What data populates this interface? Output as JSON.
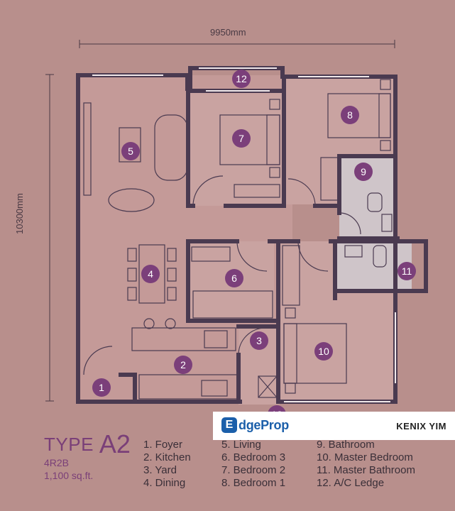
{
  "dimensions": {
    "width": "9950mm",
    "height": "10300mm"
  },
  "room_numbers": [
    "1",
    "2",
    "3",
    "4",
    "5",
    "6",
    "7",
    "8",
    "9",
    "10",
    "11",
    "12",
    "12"
  ],
  "type_block": {
    "word": "TYPE",
    "code": "A2",
    "layout": "4R2B",
    "area": "1,100 sq.ft."
  },
  "legend": [
    [
      "1. Foyer",
      "2. Kitchen",
      "3. Yard",
      "4. Dining"
    ],
    [
      "5. Living",
      "6. Bedroom 3",
      "7. Bedroom 2",
      "8. Bedroom 1"
    ],
    [
      "9. Bathroom",
      "10. Master Bedroom",
      "11. Master Bathroom",
      "12. A/C Ledge"
    ]
  ],
  "brand": {
    "logo_mark": "E",
    "logo_text": "dgeProp",
    "agent": "KENIX YIM"
  },
  "colors": {
    "background": "#b88f8c",
    "wall": "#4a3a50",
    "floor": "#c49a98",
    "badge": "#7b3f7a",
    "wet_area": "#cfc5c9"
  }
}
